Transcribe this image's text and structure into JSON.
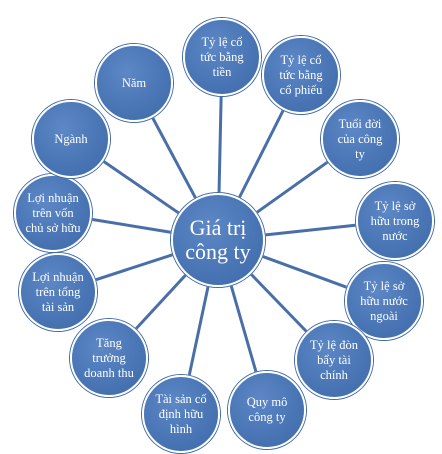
{
  "center": {
    "label": "Giá trị\ncông ty"
  },
  "nodes": [
    {
      "id": "ty-le-co-tuc-bang-tien",
      "label": "Tỷ lệ cổ\ntức bằng\ntiền"
    },
    {
      "id": "ty-le-co-tuc-bang-co-phieu",
      "label": "Tỷ lệ cổ\ntức bằng\ncổ phiếu"
    },
    {
      "id": "tuoi-doi-cua-cong-ty",
      "label": "Tuổi đời\ncủa công\nty"
    },
    {
      "id": "ty-le-so-huu-trong-nuoc",
      "label": "Tỷ lệ sở\nhữu trong\nnước"
    },
    {
      "id": "ty-le-so-huu-nuoc-ngoai",
      "label": "Tỷ lệ sở\nhữu nước\nngoài"
    },
    {
      "id": "ty-le-don-bay-tai-chinh",
      "label": "Tỷ lệ đòn\nbẩy tài\nchính"
    },
    {
      "id": "quy-mo-cong-ty",
      "label": "Quy mô\ncông ty"
    },
    {
      "id": "tai-san-co-dinh-huu-hinh",
      "label": "Tài sản cố\nđịnh hữu\nhình"
    },
    {
      "id": "tang-truong-doanh-thu",
      "label": "Tăng\ntrưởng\ndoanh thu"
    },
    {
      "id": "loi-nhuan-tren-tong-tai-san",
      "label": "Lợi nhuận\ntrên tổng\ntài sản"
    },
    {
      "id": "loi-nhuan-tren-von-chu-so-huu",
      "label": "Lợi nhuận\ntrên vốn\nchủ sở hữu"
    },
    {
      "id": "nganh",
      "label": "Ngành"
    },
    {
      "id": "nam",
      "label": "Năm"
    }
  ],
  "colors": {
    "node_fill": "#4a76b6",
    "edge": "#4a6fa8",
    "text": "#ffffff"
  }
}
